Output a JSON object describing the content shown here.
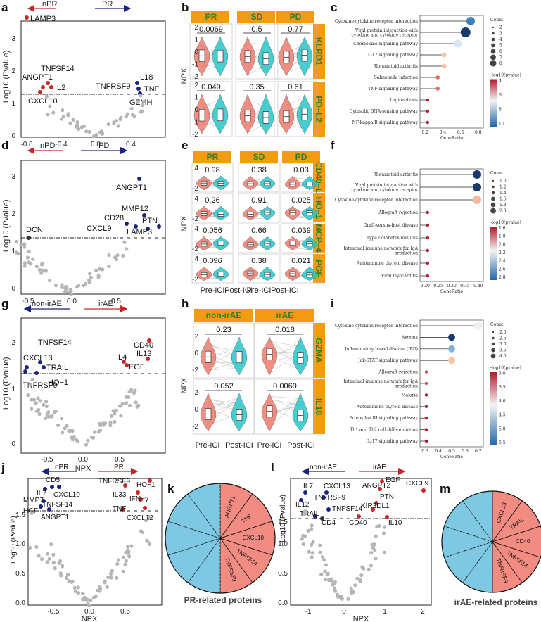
{
  "panels": {
    "a": "a",
    "b": "b",
    "c": "c",
    "d": "d",
    "e": "e",
    "f": "f",
    "g": "g",
    "h": "h",
    "i": "i",
    "j": "j",
    "k": "k",
    "l": "l",
    "m": "m"
  },
  "colors": {
    "red": "#c62828",
    "blue": "#1a237e",
    "grey": "#b5b5b5",
    "strip": "#f39c12",
    "pre": "#ef7b6e",
    "post": "#26c6c9",
    "pie_blue": "#7ec8e3",
    "pie_red": "#f28b82"
  },
  "axis_labels": {
    "neglog_p": "−Log10 (Pvalue)",
    "neglog_p_dot": "−Log10 (Pvalue)",
    "npx": "NPX",
    "generatio": "GeneRatio",
    "count": "Count",
    "log10p": "-log10(pvalue)"
  },
  "groups": {
    "pre": "Pre-ICI",
    "post": "Post-ICI"
  },
  "panel_a": {
    "arrow_left": "nPR",
    "arrow_right": "PR",
    "xticks": [
      "-0.8",
      "-0.4",
      "0.0",
      "0.4"
    ],
    "yticks": [
      "0",
      "1",
      "2",
      "3"
    ],
    "labels": [
      "LAMP3",
      "TNFSF14",
      "ANGPT1",
      "IL2",
      "CXCL10",
      "IL18",
      "TNFRSF9",
      "TNF",
      "GZMH"
    ]
  },
  "panel_b": {
    "strips": [
      "PR",
      "SD",
      "PD"
    ],
    "proteins": [
      "KLRD1",
      "PD−L2"
    ],
    "pvals": [
      [
        "0.0069",
        "0.5",
        "0.77"
      ],
      [
        "0.049",
        "0.35",
        "0.61"
      ]
    ],
    "yticks": [
      "2",
      "1",
      "0",
      "-1",
      "-2"
    ]
  },
  "panel_c": {
    "terms": [
      "Cytokine-cytokine receptor interaction",
      "Viral protein interaction with\ncytokine and cytokine receptor",
      "Chemokine signaling pathway",
      "IL-17 signaling pathway",
      "Rheumatoid arthritis",
      "Salmonella infection",
      "TNF signaling pathway",
      "Legionellosis",
      "Cytosolic DNA-sensing pathway",
      "NF-kappa B signaling pathway"
    ],
    "xticks": [
      "0.2",
      "0.4",
      "0.6",
      "0.8"
    ],
    "count_ticks": [
      "2",
      "3",
      "4",
      "5",
      "6",
      "7",
      "8"
    ],
    "color_ticks": [
      "4",
      "6",
      "8",
      "10"
    ]
  },
  "panel_d": {
    "arrow_left": "nPD",
    "arrow_right": "PD",
    "xticks": [
      "-0.5",
      "0.0",
      "0.5"
    ],
    "yticks": [
      "0",
      "1",
      "2",
      "3"
    ],
    "labels": [
      "ANGPT1",
      "MMP12",
      "CD28",
      "PTN",
      "CXCL9",
      "LAMP3",
      "DCN"
    ]
  },
  "panel_e": {
    "strips": [
      "PR",
      "SD",
      "PD"
    ],
    "proteins": [
      "CD40−L",
      "HO−1",
      "MCP−4",
      "PGF"
    ],
    "pvals": [
      [
        "0.98",
        "0.38",
        "0.03"
      ],
      [
        "0.26",
        "0.91",
        "0.025"
      ],
      [
        "0.056",
        "0.66",
        "0.039"
      ],
      [
        "0.096",
        "0.38",
        "0.021"
      ]
    ],
    "yticks": [
      "4",
      "2",
      "0",
      "-2"
    ]
  },
  "panel_f": {
    "terms": [
      "Rheumatoid arthritis",
      "Viral protein interaction with\ncytokine and cytokine receptor",
      "Cytokine-cytokine receptor interaction",
      "Allograft rejection",
      "Graft-versus-host disease",
      "Type I diabetes mellitus",
      "Intestinal immune network for IgA\nproduction",
      "Autoimmune thyroid disease",
      "Viral myocarditis"
    ],
    "xticks": [
      "0.20",
      "0.25",
      "0.30",
      "0.35",
      "0.40"
    ],
    "count_ticks": [
      "1.0",
      "1.2",
      "1.4",
      "1.6",
      "1.8",
      "2.0"
    ],
    "color_ticks": [
      "1.6",
      "1.8",
      "2.0",
      "2.2",
      "2.4",
      "2.6",
      "2.8"
    ]
  },
  "panel_g": {
    "arrow_left": "non-irAE",
    "arrow_right": "irAE",
    "xticks": [
      "-0.5",
      "0.0",
      "0.5"
    ],
    "yticks": [
      "0",
      "1",
      "2"
    ],
    "labels": [
      "CD40",
      "TNFSF14",
      "IL4",
      "IL13",
      "CXCL13",
      "EGF",
      "TRAIL",
      "TNFRSF9",
      "HO−1"
    ]
  },
  "panel_h": {
    "strips": [
      "non-irAE",
      "irAE"
    ],
    "proteins": [
      "GZMA",
      "IL18"
    ],
    "pvals": [
      [
        "0.23",
        "0.018"
      ],
      [
        "0.052",
        "0.0069"
      ]
    ],
    "yticks": [
      "2",
      "0",
      "-2"
    ]
  },
  "panel_i": {
    "terms": [
      "Cytokine-cytokine receptor interaction",
      "Asthma",
      "Inflammatory bowel disease (IBD)",
      "Jak-STAT signaling pathway",
      "Allograft rejection",
      "Intestinal immune network for IgA\nproduction",
      "Malaria",
      "Autoimmune thyroid disease",
      "Fc epsilon RI signaling pathway",
      "Th1 and Th2 cell differentiation",
      "IL-17 signaling pathway"
    ],
    "xticks": [
      "0.3",
      "0.4",
      "0.5",
      "0.6",
      "0.7"
    ],
    "count_ticks": [
      "2.0",
      "2.5",
      "3.0",
      "3.5",
      "4.0"
    ],
    "color_ticks": [
      "3.0",
      "3.5",
      "4.0",
      "4.5",
      "5.0",
      "5.5"
    ]
  },
  "panel_j": {
    "arrow_left": "nPR",
    "arrow_right": "PR",
    "xticks": [
      "-0.5",
      "0.0",
      "0.5"
    ],
    "yticks": [
      "0.0",
      "0.5",
      "1.0",
      "1.5"
    ],
    "labels": [
      "MMP7",
      "CD5",
      "TNFRSF9",
      "HO−1",
      "CXCL10",
      "IL33",
      "IFN−γ",
      "IL7",
      "TNFSF14",
      "HGF",
      "ANGPT1",
      "TNF",
      "CXCL12"
    ]
  },
  "panel_k": {
    "title": "PR-related proteins",
    "slices": [
      "ANGPT1",
      "TNF",
      "CXCL10",
      "TNFSF14",
      "TNFRSF9"
    ]
  },
  "panel_l": {
    "arrow_left": "non-irAE",
    "arrow_right": "irAE",
    "xticks": [
      "-1",
      "0",
      "1",
      "2"
    ],
    "yticks": [
      "0.0",
      "0.5",
      "1.0",
      "1.5"
    ],
    "labels": [
      "EGF",
      "ANGPT2",
      "CXCL9",
      "IL7",
      "CXCL13",
      "TNFRSF9",
      "PTN",
      "IL12",
      "KIR3DL1",
      "TNFSF14",
      "TRAIL",
      "CD4",
      "CD40",
      "IL10"
    ]
  },
  "panel_m": {
    "title": "irAE-related proteins",
    "slices": [
      "CXCL13",
      "TRAIL",
      "CD40",
      "TNFSF14",
      "TNFRSF9"
    ]
  }
}
